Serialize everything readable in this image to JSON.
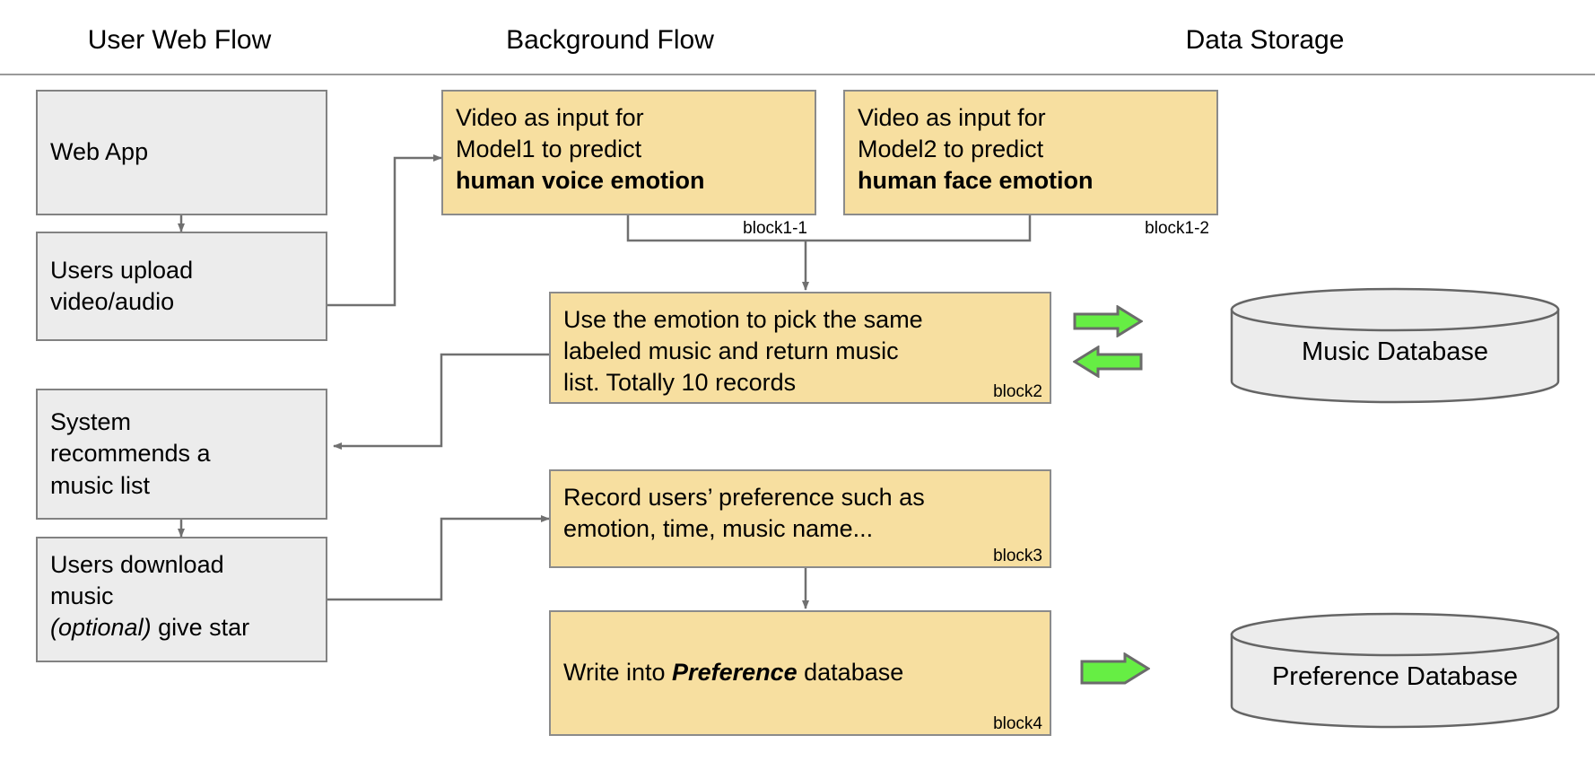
{
  "columns": {
    "user_web_flow": "User Web Flow",
    "background_flow": "Background Flow",
    "data_storage": "Data Storage"
  },
  "user_flow": {
    "web_app": "Web App",
    "upload": "Users upload\nvideo/audio",
    "recommend": "System\nrecommends a\nmusic list",
    "download_line1": "Users download",
    "download_line2": "music",
    "download_optional": "(optional)",
    "download_line3": " give star"
  },
  "background_flow": {
    "block1_1": {
      "line1": "Video as input for",
      "line2": "Model1 to predict",
      "line3_bold": "human voice emotion",
      "tag": "block1-1"
    },
    "block1_2": {
      "line1": "Video as input for",
      "line2": "Model2 to predict",
      "line3_bold": "human face emotion",
      "tag": "block1-2"
    },
    "block2": {
      "text": "Use the emotion to pick the same\nlabeled music and return music\nlist. Totally 10 records",
      "tag": "block2"
    },
    "block3": {
      "text": "Record users’ preference such as\nemotion, time, music name...",
      "tag": "block3"
    },
    "block4": {
      "prefix": "Write into ",
      "emphasis": "Preference",
      "suffix": " database",
      "tag": "block4"
    }
  },
  "data_storage": {
    "music_db": "Music Database",
    "preference_db": "Preference Database"
  },
  "icons": {
    "green_arrow_write_music": "green-arrow-right-icon",
    "green_arrow_read_music": "green-arrow-left-icon",
    "green_arrow_write_preference": "green-arrow-right-icon"
  },
  "colors": {
    "block_fill": "#f7dfa0",
    "block_stroke": "#8b8b8b",
    "process_fill": "#ececec",
    "process_stroke": "#828282",
    "green_arrow_fill": "#66ee44",
    "green_arrow_stroke": "#6b6b6b",
    "connector_stroke": "#707070",
    "cylinder_fill": "#ececec",
    "cylinder_stroke": "#656565",
    "background": "#ffffff"
  }
}
